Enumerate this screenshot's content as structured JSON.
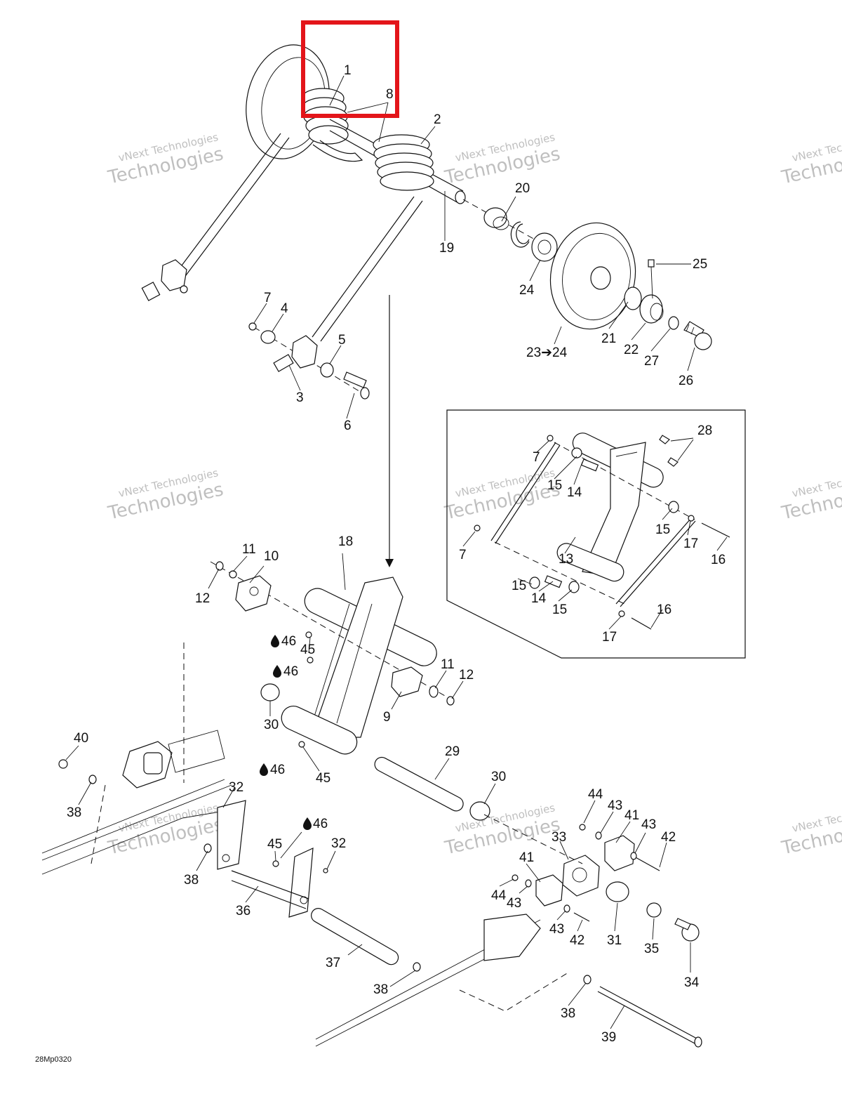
{
  "diagram": {
    "drawing_code": "28Mp0320",
    "watermark": {
      "line1": "vNext Technologies",
      "line2": "Technologies"
    },
    "highlight_color": "#e3151a",
    "part_numbers": {
      "p1": "1",
      "p2": "2",
      "p3": "3",
      "p4": "4",
      "p5": "5",
      "p6": "6",
      "p7a": "7",
      "p7b": "7",
      "p7c": "7",
      "p8": "8",
      "p9": "9",
      "p10": "10",
      "p11a": "11",
      "p11b": "11",
      "p12a": "12",
      "p12b": "12",
      "p13": "13",
      "p14a": "14",
      "p14b": "14",
      "p15a": "15",
      "p15b": "15",
      "p15c": "15",
      "p15d": "15",
      "p16a": "16",
      "p16b": "16",
      "p17a": "17",
      "p17b": "17",
      "p18": "18",
      "p19": "19",
      "p20": "20",
      "p21": "21",
      "p22": "22",
      "p23": "23➔24",
      "p24": "24",
      "p25": "25",
      "p26": "26",
      "p27": "27",
      "p28": "28",
      "p29": "29",
      "p30a": "30",
      "p30b": "30",
      "p31": "31",
      "p32a": "32",
      "p32b": "32",
      "p33": "33",
      "p34": "34",
      "p35": "35",
      "p36": "36",
      "p37": "37",
      "p38a": "38",
      "p38b": "38",
      "p38c": "38",
      "p38d": "38",
      "p39": "39",
      "p40": "40",
      "p41a": "41",
      "p41b": "41",
      "p42a": "42",
      "p42b": "42",
      "p43a": "43",
      "p43b": "43",
      "p43c": "43",
      "p43d": "43",
      "p44a": "44",
      "p44b": "44",
      "p45a": "45",
      "p45b": "45",
      "p45c": "45",
      "p46a": "46",
      "p46b": "46",
      "p46c": "46",
      "p46d": "46"
    },
    "icons": {
      "lubricant": "oil-drop-icon"
    }
  }
}
